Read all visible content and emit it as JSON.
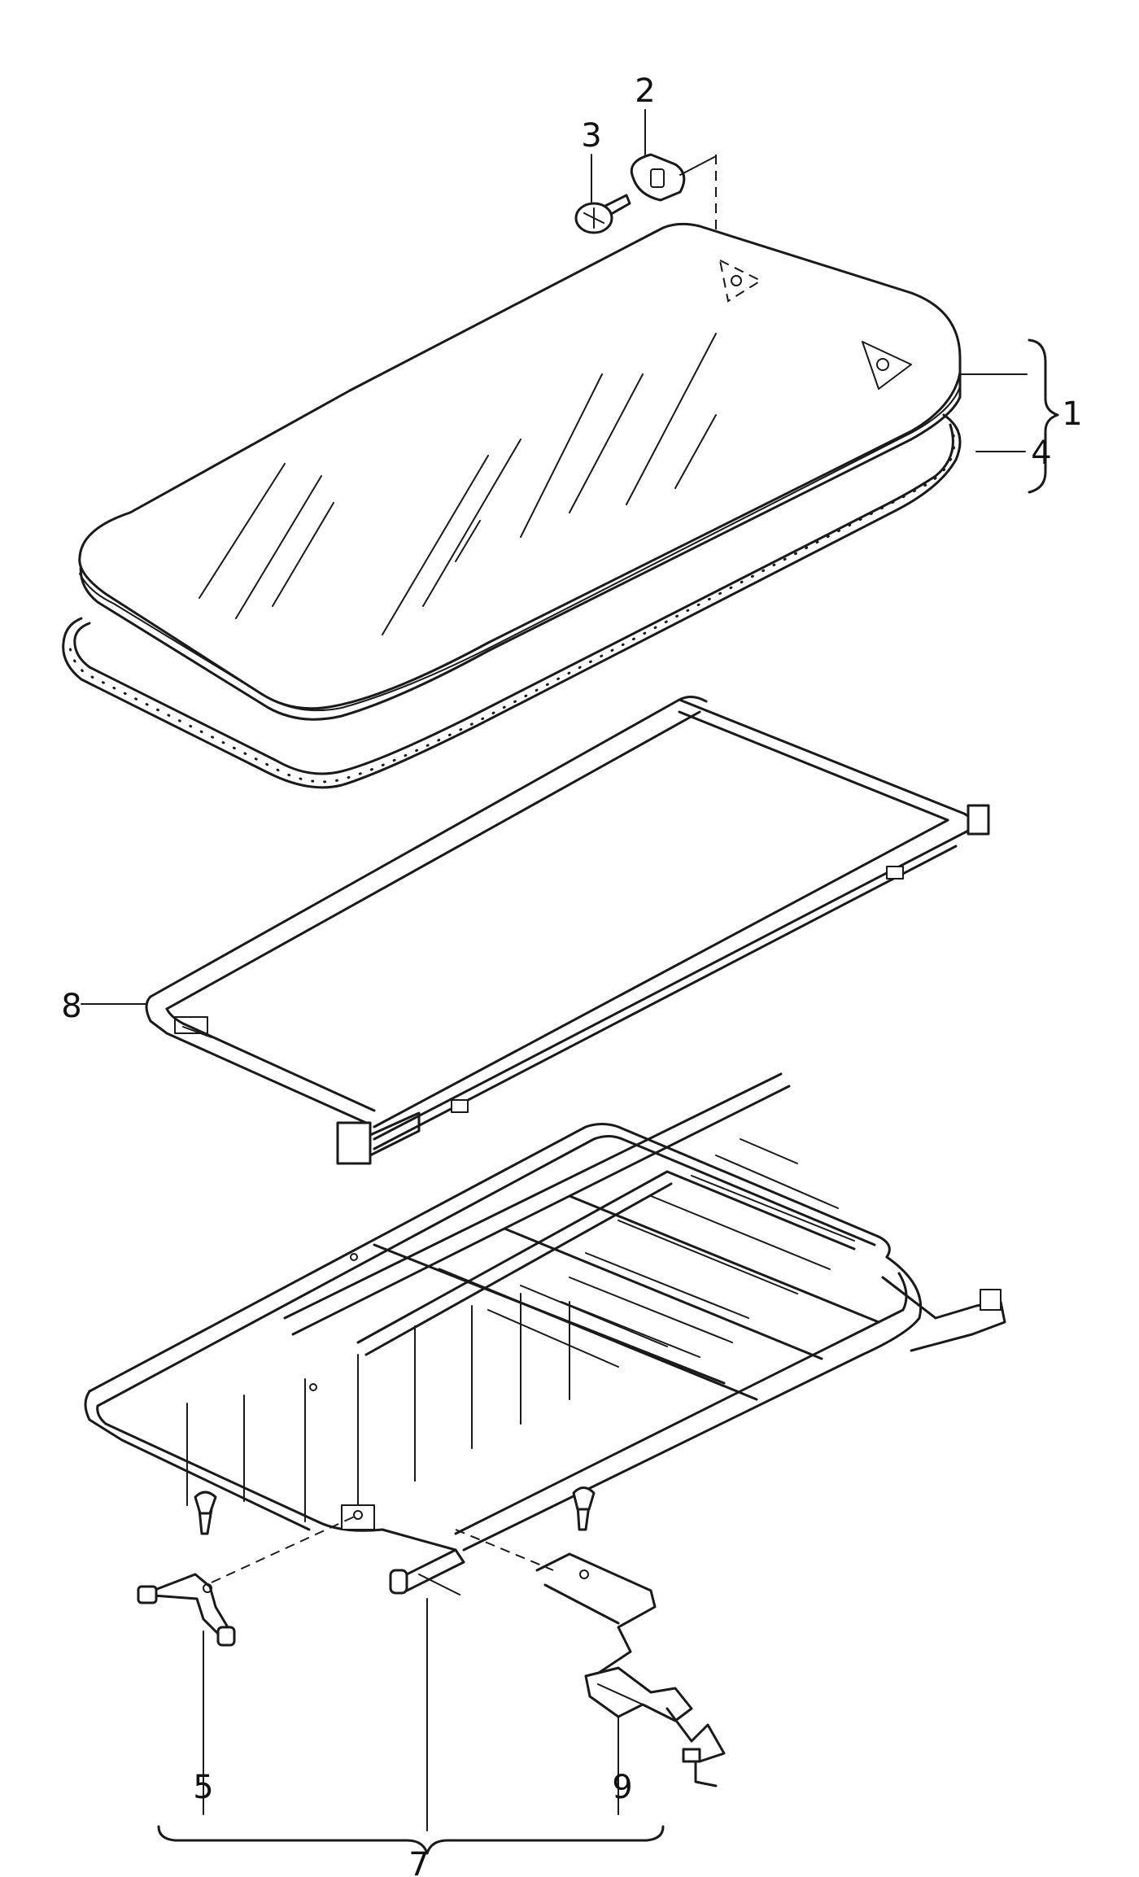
{
  "diagram": {
    "callouts": {
      "c1": "1",
      "c2": "2",
      "c3": "3",
      "c4": "4",
      "c5": "5",
      "c7": "7",
      "c8": "8",
      "c9": "9"
    }
  }
}
